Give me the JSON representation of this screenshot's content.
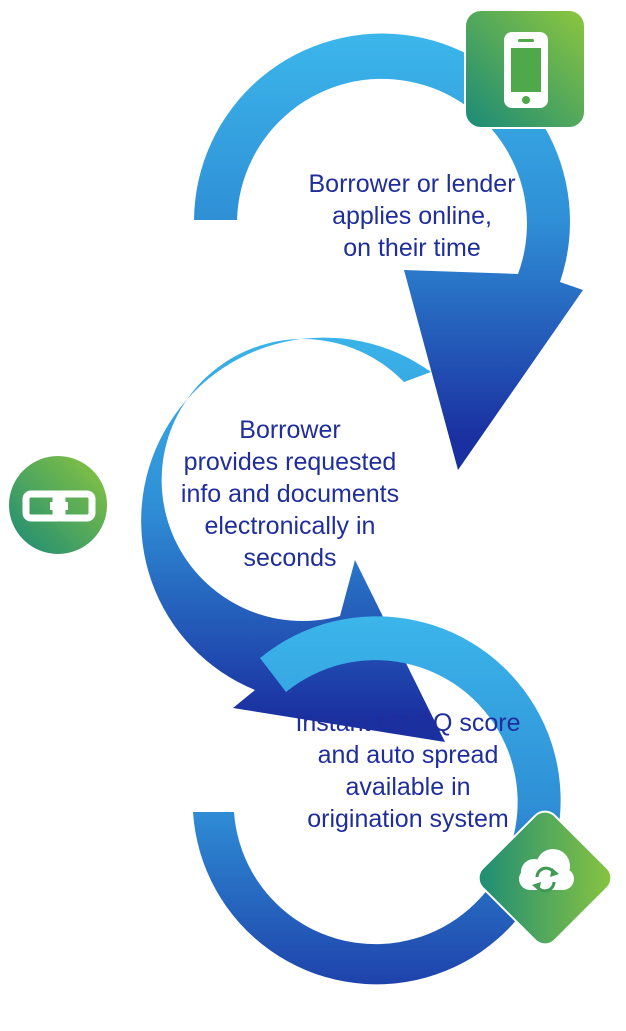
{
  "colors": {
    "ring_light": "#3bb5ea",
    "ring_dark": "#1a2fa0",
    "badge_green_light": "#8cc63e",
    "badge_green_dark": "#1a8a78",
    "text": "#1f2e9a",
    "icon": "#ffffff"
  },
  "steps": [
    {
      "lines": [
        "Borrower or lender",
        "applies online,",
        "on their time"
      ],
      "icon": "smartphone-icon"
    },
    {
      "lines": [
        "Borrower",
        "provides requested",
        "info and documents",
        "electronically in",
        "seconds"
      ],
      "icon": "link-icon"
    },
    {
      "lines": [
        "Instant MARQ score",
        "and auto spread",
        "available in",
        "origination  system"
      ],
      "icon": "cloud-sync-icon"
    }
  ]
}
